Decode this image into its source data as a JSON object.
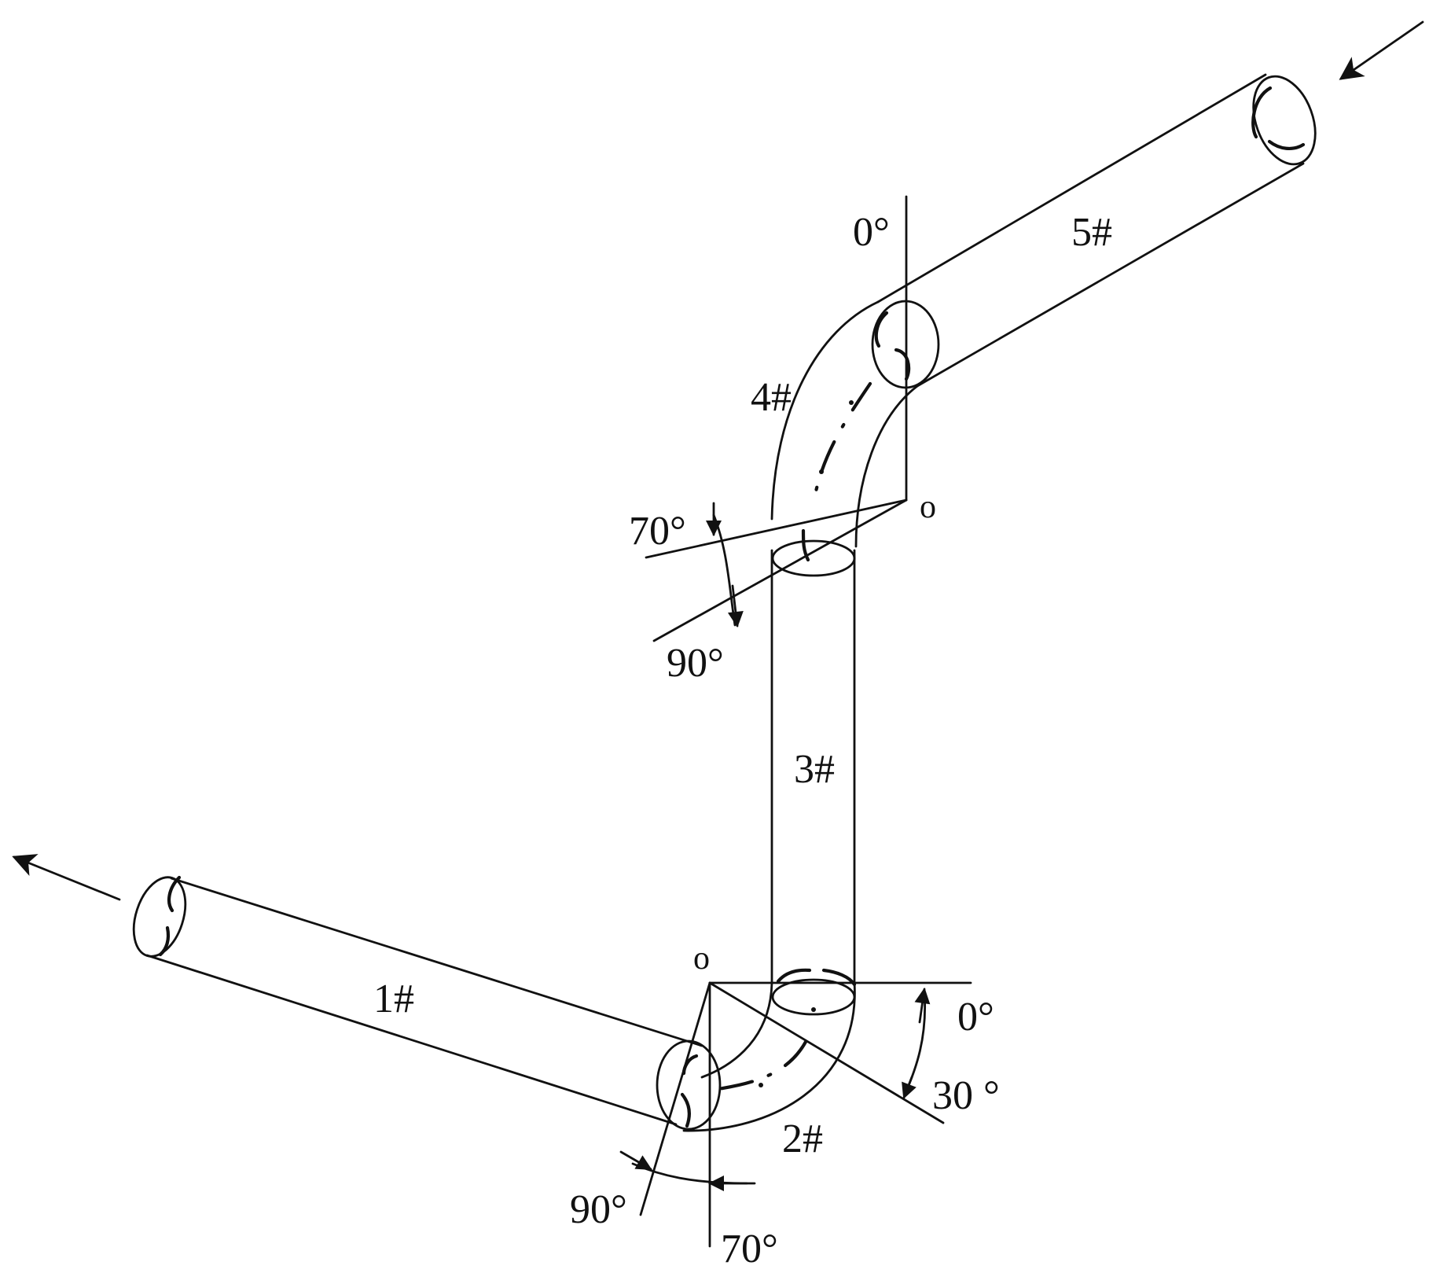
{
  "segments": {
    "seg1": "1#",
    "seg2": "2#",
    "seg3": "3#",
    "seg4": "4#",
    "seg5": "5#"
  },
  "angles": {
    "top_zero": "0°",
    "top_seventy": "70°",
    "top_ninety": "90°",
    "bottom_zero": "0°",
    "bottom_thirty": "30 °",
    "bottom_ninety": "90°",
    "bottom_seventy": "70°"
  },
  "origins": {
    "top": "o",
    "bottom": "o"
  }
}
